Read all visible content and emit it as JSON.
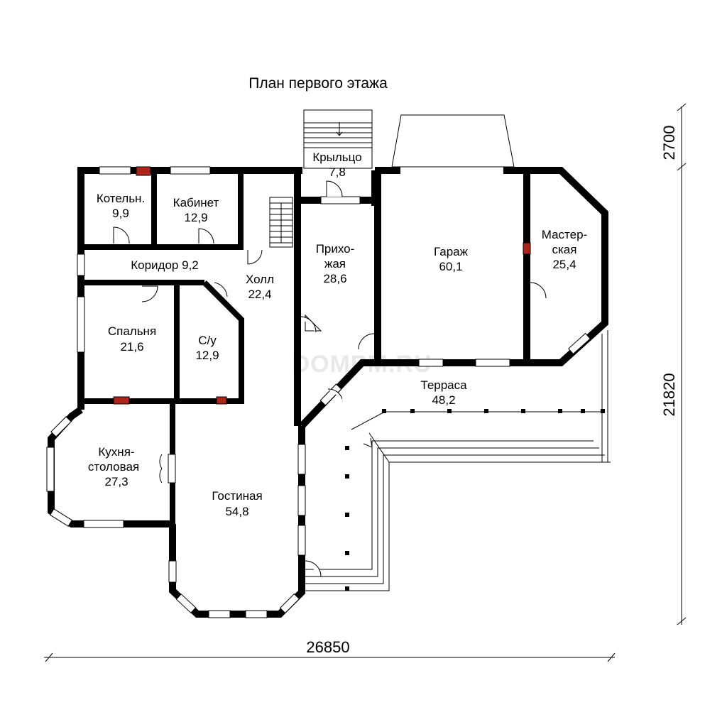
{
  "title": "План первого этажа",
  "watermark": "DOMPM.RU",
  "rooms": [
    {
      "name": "Крыльцо",
      "area": "7,8"
    },
    {
      "name": "Котельн.",
      "area": "9,9"
    },
    {
      "name": "Кабинет",
      "area": "12,9"
    },
    {
      "name": "Прихо-",
      "name2": "жая",
      "area": "28,6"
    },
    {
      "name": "Гараж",
      "area": "60,1"
    },
    {
      "name": "Мастер-",
      "name2": "ская",
      "area": "25,4"
    },
    {
      "name": "Коридор 9,2"
    },
    {
      "name": "Холл",
      "area": "22,4"
    },
    {
      "name": "Спальня",
      "area": "21,6"
    },
    {
      "name": "С/у",
      "area": "12,9"
    },
    {
      "name": "Терраса",
      "area": "48,2"
    },
    {
      "name": "Кухня-",
      "name2": "столовая",
      "area": "27,3"
    },
    {
      "name": "Гостиная",
      "area": "54,8"
    }
  ],
  "dimensions": {
    "width": "26850",
    "depth": "21820",
    "porch": "2700"
  },
  "colors": {
    "wall": "#000000",
    "chimney": "#b02418",
    "background": "#ffffff"
  }
}
